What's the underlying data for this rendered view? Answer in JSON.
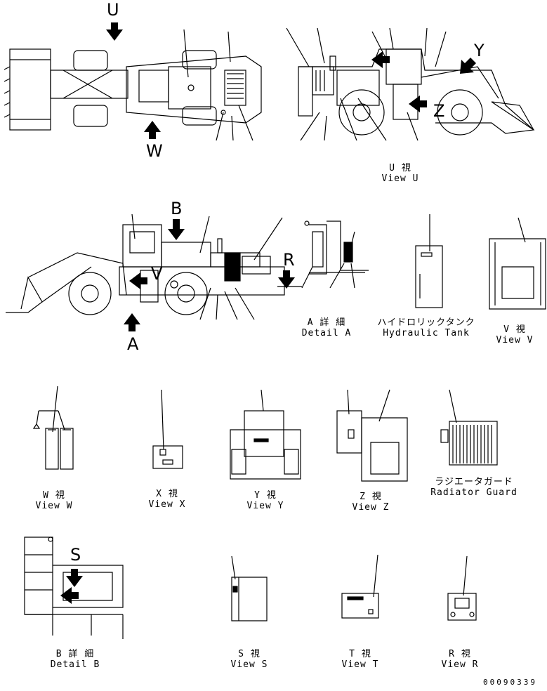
{
  "views": {
    "u": {
      "jp": "U 視",
      "en": "View U"
    },
    "v": {
      "jp": "V 視",
      "en": "View V"
    },
    "w": {
      "jp": "W 視",
      "en": "View W"
    },
    "x": {
      "jp": "X 視",
      "en": "View X"
    },
    "y": {
      "jp": "Y 視",
      "en": "View Y"
    },
    "z": {
      "jp": "Z 視",
      "en": "View Z"
    },
    "s": {
      "jp": "S 視",
      "en": "View S"
    },
    "t": {
      "jp": "T 視",
      "en": "View T"
    },
    "r": {
      "jp": "R 視",
      "en": "View R"
    }
  },
  "details": {
    "a": {
      "jp": "A 詳 細",
      "en": "Detail A"
    },
    "b": {
      "jp": "B 詳 細",
      "en": "Detail B"
    },
    "hydraulic_tank": {
      "jp": "ハイドロリックタンク",
      "en": "Hydraulic Tank"
    },
    "radiator_guard": {
      "jp": "ラジエータガード",
      "en": "Radiator Guard"
    }
  },
  "arrow_letters": {
    "u": "U",
    "w": "W",
    "y": "Y",
    "z": "Z",
    "b": "B",
    "r": "R",
    "a": "A",
    "v": "V",
    "s": "S"
  },
  "drawing_code": "00090339"
}
